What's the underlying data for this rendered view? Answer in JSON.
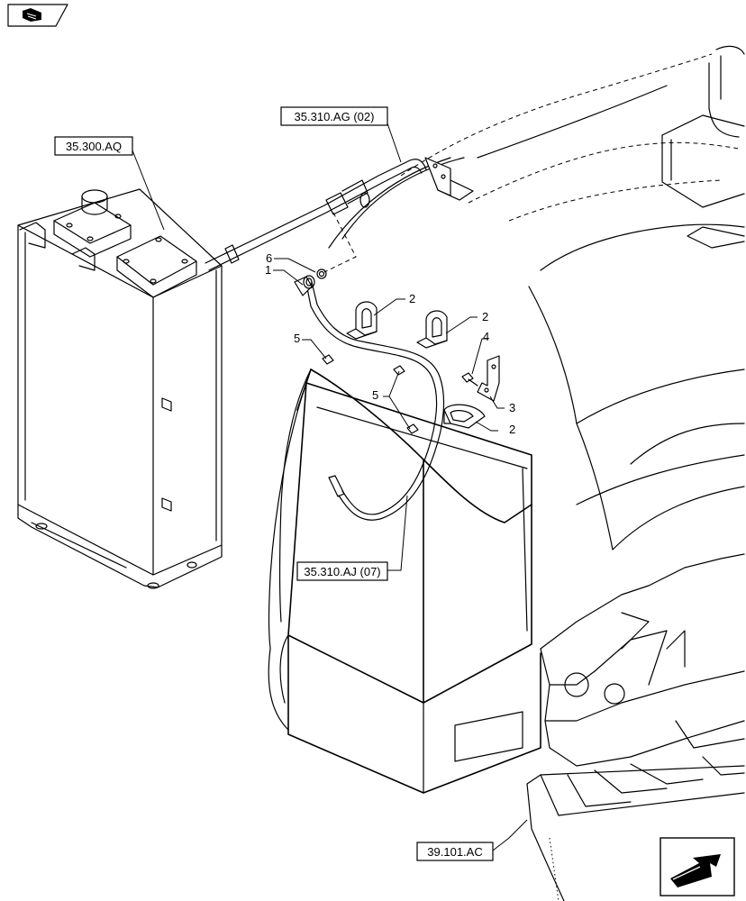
{
  "references": {
    "hyd_tank": "35.300.AQ",
    "hose_upper": "35.310.AG (02)",
    "hose_lower": "35.310.AJ (07)",
    "chassis": "39.101.AC"
  },
  "callouts": {
    "c1": "1",
    "c2a": "2",
    "c2b": "2",
    "c2c": "2",
    "c3": "3",
    "c4": "4",
    "c5a": "5",
    "c5b": "5",
    "c6": "6"
  },
  "icons": {
    "top_left": "book-icon",
    "bottom_right": "next-page-arrow-icon"
  }
}
